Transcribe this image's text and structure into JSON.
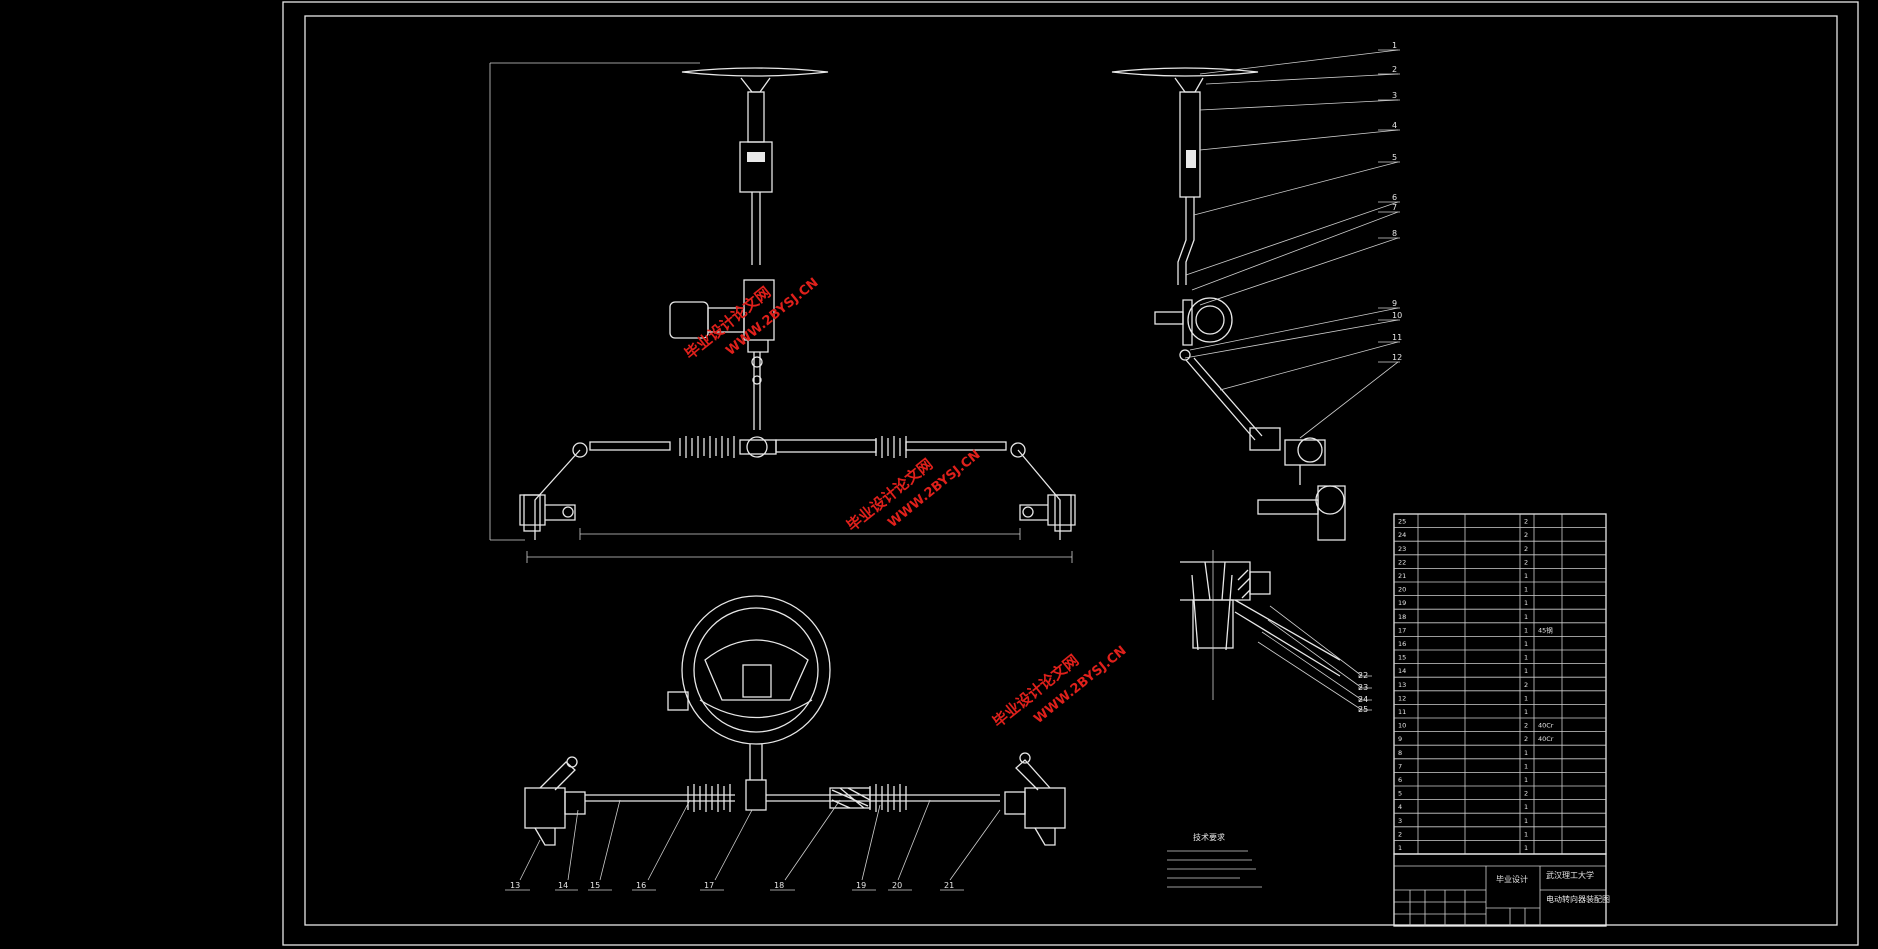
{
  "watermarks": [
    {
      "cn": "毕业设计论文网",
      "url": "WWW.2BYSJ.CN"
    },
    {
      "cn": "毕业设计论文网",
      "url": "WWW.2BYSJ.CN"
    },
    {
      "cn": "毕业设计论文网",
      "url": "WWW.2BYSJ.CN"
    }
  ],
  "side_callouts": [
    "1",
    "2",
    "3",
    "4",
    "5",
    "6",
    "7",
    "8",
    "9",
    "10",
    "11",
    "12"
  ],
  "section_callouts": [
    "22",
    "23",
    "24",
    "25"
  ],
  "bottom_callouts": [
    "13",
    "14",
    "15",
    "16",
    "17",
    "18",
    "19",
    "20",
    "21"
  ],
  "notes_title": "技术要求",
  "bom_rows": [
    {
      "no": "25",
      "qty": "2",
      "note": ""
    },
    {
      "no": "24",
      "qty": "2",
      "note": ""
    },
    {
      "no": "23",
      "qty": "2",
      "note": ""
    },
    {
      "no": "22",
      "qty": "2",
      "note": ""
    },
    {
      "no": "21",
      "qty": "1",
      "note": ""
    },
    {
      "no": "20",
      "qty": "1",
      "note": ""
    },
    {
      "no": "19",
      "qty": "1",
      "note": ""
    },
    {
      "no": "18",
      "qty": "1",
      "note": ""
    },
    {
      "no": "17",
      "qty": "1",
      "note": "45钢"
    },
    {
      "no": "16",
      "qty": "1",
      "note": ""
    },
    {
      "no": "15",
      "qty": "1",
      "note": ""
    },
    {
      "no": "14",
      "qty": "1",
      "note": ""
    },
    {
      "no": "13",
      "qty": "2",
      "note": ""
    },
    {
      "no": "12",
      "qty": "1",
      "note": ""
    },
    {
      "no": "11",
      "qty": "1",
      "note": ""
    },
    {
      "no": "10",
      "qty": "2",
      "note": "40Cr"
    },
    {
      "no": "9",
      "qty": "2",
      "note": "40Cr"
    },
    {
      "no": "8",
      "qty": "1",
      "note": ""
    },
    {
      "no": "7",
      "qty": "1",
      "note": ""
    },
    {
      "no": "6",
      "qty": "1",
      "note": ""
    },
    {
      "no": "5",
      "qty": "2",
      "note": ""
    },
    {
      "no": "4",
      "qty": "1",
      "note": ""
    },
    {
      "no": "3",
      "qty": "1",
      "note": ""
    },
    {
      "no": "2",
      "qty": "1",
      "note": ""
    },
    {
      "no": "1",
      "qty": "1",
      "note": ""
    }
  ],
  "title_block": {
    "design_label": "毕业设计",
    "university": "武汉理工大学",
    "drawing_name": "电动转向器装配图"
  },
  "colors": {
    "background": "#000000",
    "line": "#e8e8e8",
    "watermark": "#e0201b"
  }
}
